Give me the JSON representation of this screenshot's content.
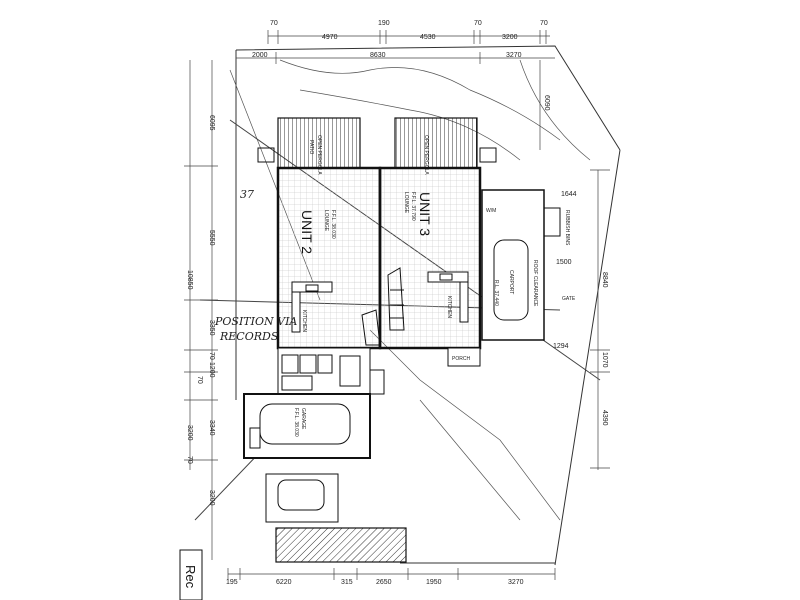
{
  "plan": {
    "top_dims_row1": [
      "70",
      "4970",
      "190",
      "4530",
      "70",
      "3200",
      "70"
    ],
    "top_dims_row2": [
      "2000",
      "8630",
      "3270"
    ],
    "bottom_dims": [
      "195",
      "6220",
      "315",
      "2650",
      "1950",
      "3270"
    ],
    "left_dims": [
      "6095",
      "5550",
      "10850",
      "3350",
      "70",
      "1200",
      "70",
      "3340",
      "3200",
      "70",
      "3200"
    ],
    "right_dims": [
      "6090",
      "1644",
      "1500",
      "8840",
      "1294",
      "1070",
      "4390"
    ],
    "unit2_label": "UNIT 2",
    "unit2_sub": [
      "LOUNGE",
      "F.F.L. 38.030"
    ],
    "unit3_label": "UNIT 3",
    "unit3_sub": [
      "LOUNGE",
      "F.F.L. 37.790"
    ],
    "rooms": {
      "unit2_patio": "PATIO",
      "unit2_pergola": "OPEN PERGOLA",
      "unit3_pergola": "OPEN PERGOLA",
      "kitchen2": "KITCHEN",
      "kitchen3": "KITCHEN",
      "garage": "GARAGE",
      "garage_ffl": "F.F.L. 38.030",
      "porch": "PORCH",
      "carport": "CARPORT",
      "rubbish": "RUBBISH BINS",
      "clearance": "ROOF CLEARANCE",
      "gate": "GATE",
      "wm": "W/M",
      "rl": "R.L. 37.440"
    },
    "position_note": "POSITION VIA",
    "records_note": "RECORDS",
    "handwritten_37": "37",
    "corner_text": "Rec"
  }
}
